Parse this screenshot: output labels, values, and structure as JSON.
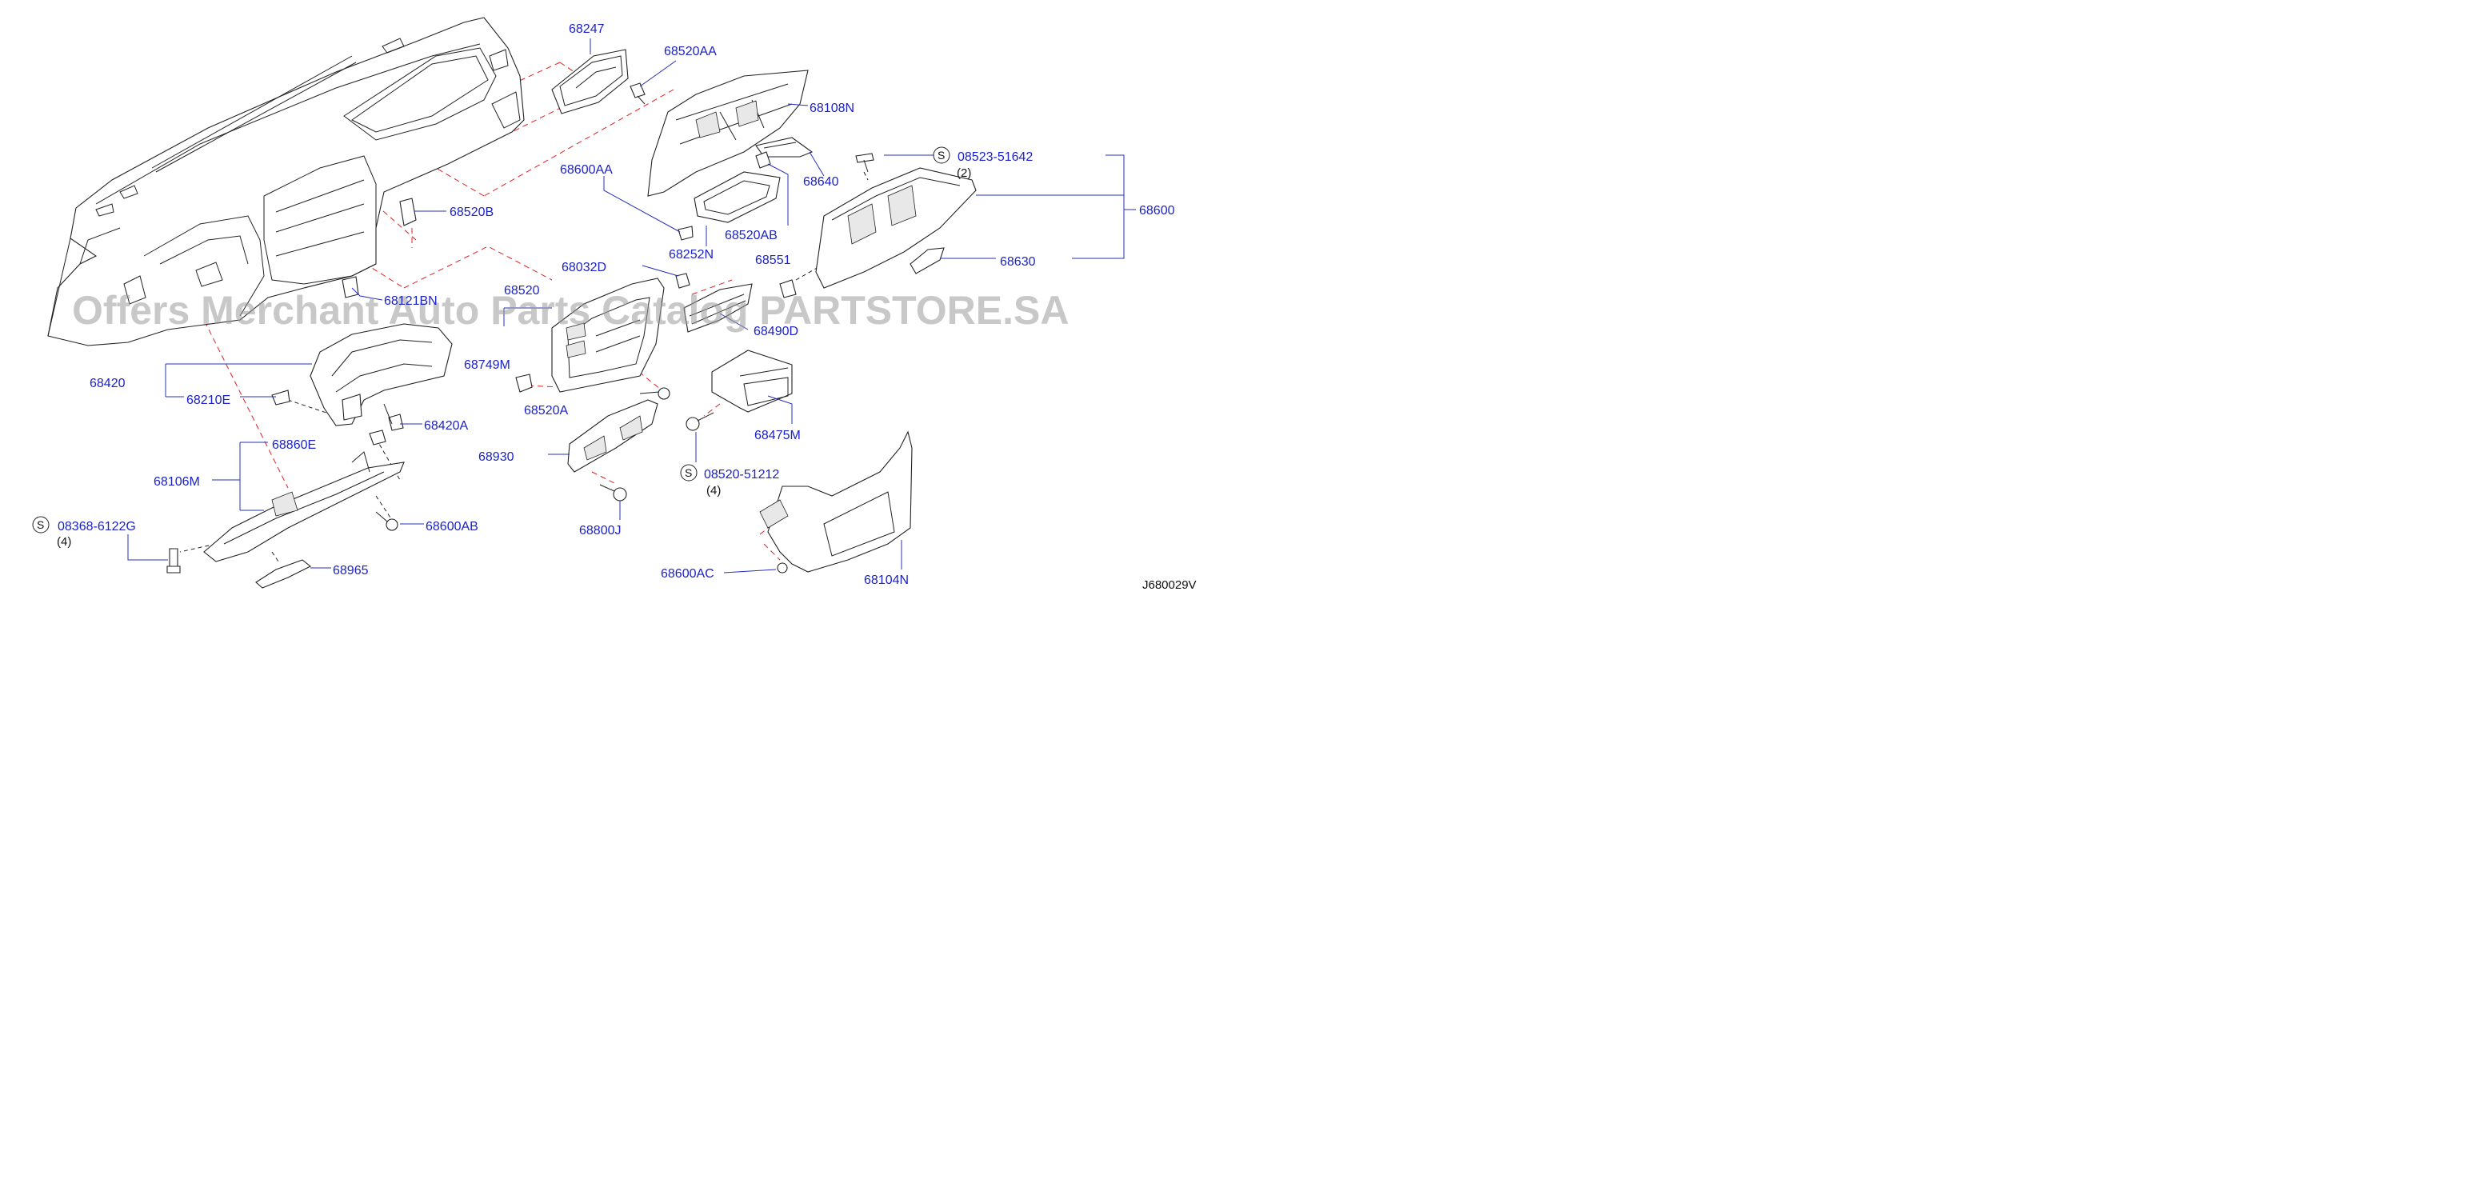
{
  "diagram_code": "J680029V",
  "watermark": "Offers Merchant Auto Parts Catalog PARTSTORE.SA",
  "symbol_letter": "S",
  "parts": {
    "p68247": "68247",
    "p68520AA": "68520AA",
    "p68108N": "68108N",
    "p68640": "68640",
    "p68600AA": "68600AA",
    "p68520AB": "68520AB",
    "p68252N": "68252N",
    "p68520B": "68520B",
    "p68121BN": "68121BN",
    "p68032D": "68032D",
    "p68520": "68520",
    "p68551": "68551",
    "p68490D": "68490D",
    "p68420": "68420",
    "p68210E": "68210E",
    "p68749M": "68749M",
    "p68520A": "68520A",
    "p68420A": "68420A",
    "p68860E": "68860E",
    "p68106M": "68106M",
    "p68930": "68930",
    "p68475M": "68475M",
    "p68600AB": "68600AB",
    "p68800J": "68800J",
    "p68965": "68965",
    "p68600AC": "68600AC",
    "p68104N": "68104N",
    "p68600": "68600",
    "p68630": "68630"
  },
  "standard_parts": {
    "s1": {
      "code": "08523-51642",
      "qty": "(2)"
    },
    "s2": {
      "code": "08520-51212",
      "qty": "(4)"
    },
    "s3": {
      "code": "08368-6122G",
      "qty": "(4)"
    }
  }
}
